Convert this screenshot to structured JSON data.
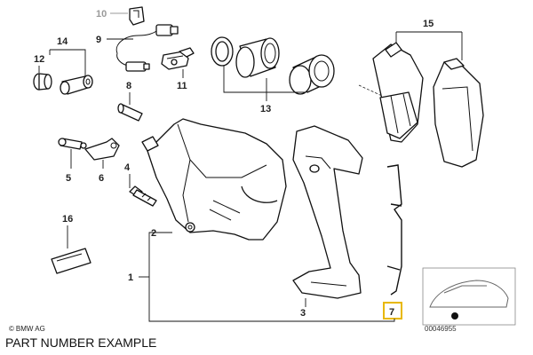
{
  "labels": {
    "l1": "1",
    "l2": "2",
    "l3": "3",
    "l4": "4",
    "l5": "5",
    "l6": "6",
    "l7": "7",
    "l8": "8",
    "l9": "9",
    "l10": "10",
    "l11": "11",
    "l12": "12",
    "l13": "13",
    "l14": "14",
    "l15": "15",
    "l16": "16"
  },
  "highlight_color": "#e8b800",
  "copyright": "BMW AG",
  "caption": "PART NUMBER EXAMPLE",
  "thumbnail_code": "00046955"
}
